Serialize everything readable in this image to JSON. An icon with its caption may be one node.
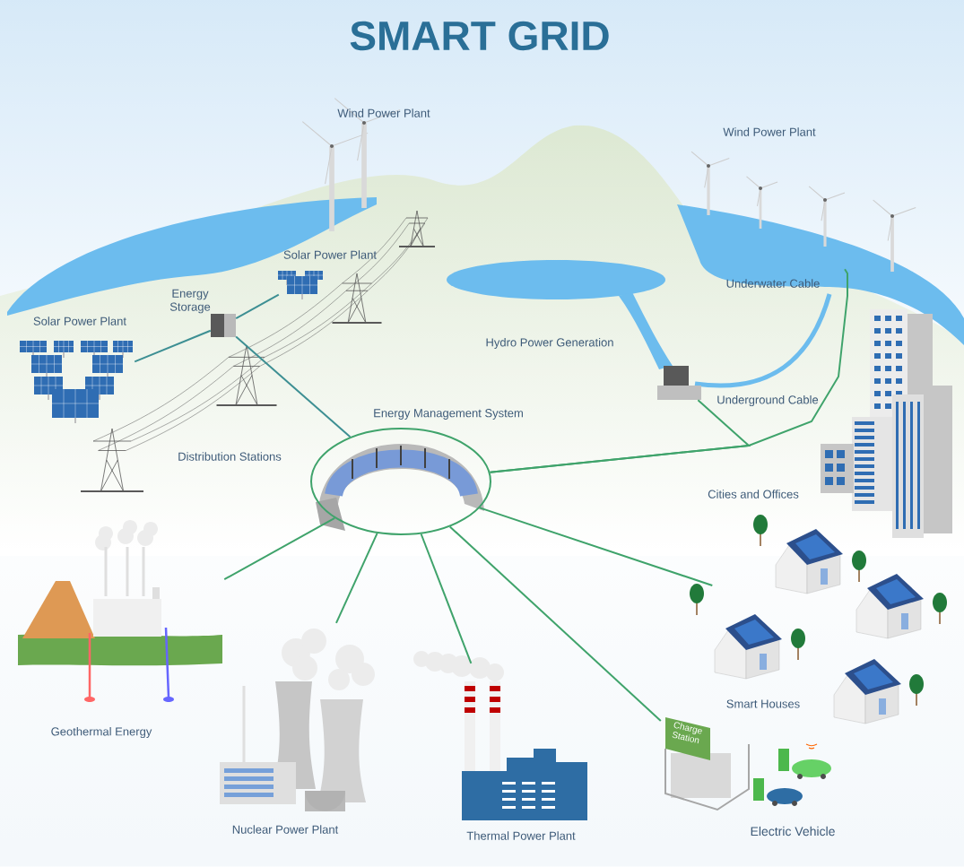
{
  "diagram": {
    "title": "SMART GRID",
    "nodes": [
      {
        "text": [
          "Energy Management System"
        ]
      },
      {
        "text": [
          "Solar Power Plant"
        ]
      },
      {
        "text": [
          "Energy Storage"
        ]
      },
      {
        "text": [
          "Solar Power Plant"
        ]
      },
      {
        "text": [
          "Distribution Stations"
        ]
      },
      {
        "text": [
          "Wind Power Plant"
        ]
      },
      {
        "text": [
          "Wind Power Plant"
        ]
      },
      {
        "text": [
          "Hydro Power Generation"
        ]
      },
      {
        "text": [
          "Cities and Offices"
        ]
      },
      {
        "text": [
          "Smart Houses"
        ]
      },
      {
        "text": [
          "Charge Station"
        ],
        "beside": [
          "Electric Vehicle"
        ]
      },
      {
        "text": [
          "Thermal Power Plant"
        ]
      },
      {
        "text": [
          "Nuclear Power Plant"
        ]
      },
      {
        "text": [
          "Geothermal Energy"
        ]
      }
    ],
    "edges": [
      {
        "from": 1,
        "to": 2,
        "arrow": "none",
        "color": "#3d8f93"
      },
      {
        "from": 2,
        "to": 3,
        "arrow": "none",
        "color": "#3d8f93"
      },
      {
        "from": 2,
        "to": 0,
        "arrow": "none",
        "color": "#3d8f93"
      },
      {
        "from": 0,
        "to": 7,
        "arrow": "none",
        "label": "Underground Cable"
      },
      {
        "from": 0,
        "to": 6,
        "arrow": "none",
        "label": "Underwater Cable"
      },
      {
        "from": 0,
        "to": 9,
        "arrow": "none"
      },
      {
        "from": 0,
        "to": 10,
        "arrow": "none"
      },
      {
        "from": 0,
        "to": 11,
        "arrow": "none"
      },
      {
        "from": 0,
        "to": 12,
        "arrow": "none"
      },
      {
        "from": 0,
        "to": 13,
        "arrow": "none"
      }
    ]
  }
}
